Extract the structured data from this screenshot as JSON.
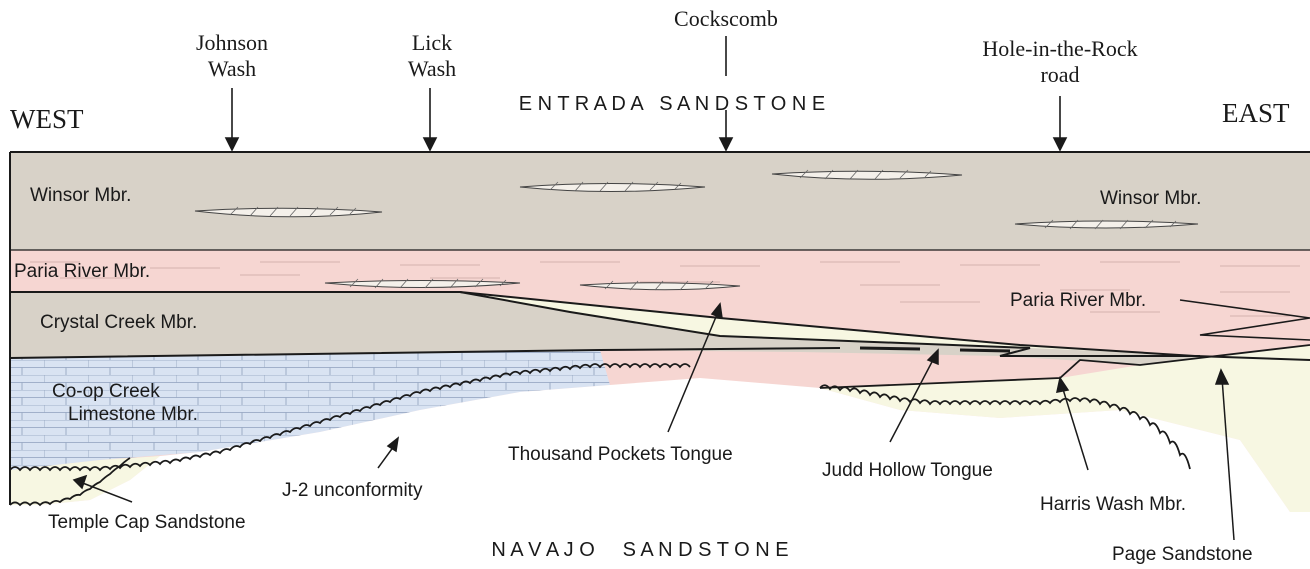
{
  "diagram": {
    "directions": {
      "west": "WEST",
      "east": "EAST"
    },
    "localities": {
      "johnson_wash": [
        "Johnson",
        "Wash"
      ],
      "lick_wash": [
        "Lick",
        "Wash"
      ],
      "cockscomb": "Cockscomb",
      "hole_in_the_rock": [
        "Hole-in-the-Rock",
        "road"
      ]
    },
    "formations": {
      "entrada": "E N T R A D A   S A N D S T O N E",
      "navajo": "N A V A J O     S A N D S T O N E"
    },
    "units": {
      "winsor_west": "Winsor Mbr.",
      "winsor_east": "Winsor Mbr.",
      "paria_west": "Paria River Mbr.",
      "paria_east": "Paria River Mbr.",
      "crystal_creek": "Crystal Creek Mbr.",
      "coop_creek": [
        "Co-op Creek",
        "Limestone Mbr."
      ]
    },
    "callouts": {
      "thousand_pockets": "Thousand Pockets Tongue",
      "j2": "J-2 unconformity",
      "judd_hollow": "Judd Hollow Tongue",
      "harris_wash": "Harris Wash Mbr.",
      "temple_cap": "Temple Cap Sandstone",
      "page": "Page Sandstone"
    },
    "colors": {
      "winsor": "#d8d2c8",
      "paria": "#f6d6d2",
      "crystal_creek": "#d8d2c8",
      "coop_creek": "#d9e3f2",
      "sandstone": "#f7f7e2",
      "lens": "#f4f0ea"
    }
  }
}
